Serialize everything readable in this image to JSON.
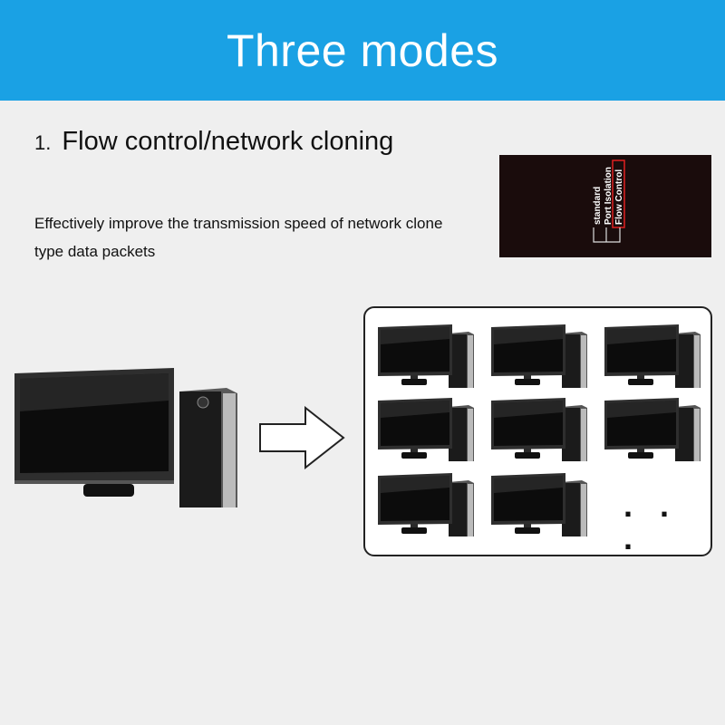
{
  "header": {
    "title": "Three modes"
  },
  "section": {
    "number": "1.",
    "heading": "Flow control/network cloning",
    "description": "Effectively improve the transmission speed of network clone type data packets"
  },
  "switch_panel": {
    "labels": [
      "standard",
      "Port Isolation",
      "Flow Control"
    ],
    "selected": "Flow Control"
  },
  "source_computer": {
    "icon": "desktop-computer-icon"
  },
  "clients": {
    "count_shown": 8,
    "icon": "desktop-computer-icon",
    "more_indicator": ". . ."
  },
  "colors": {
    "banner": "#1aa1e4",
    "background": "#efefef",
    "selected_outline": "#e02020"
  }
}
